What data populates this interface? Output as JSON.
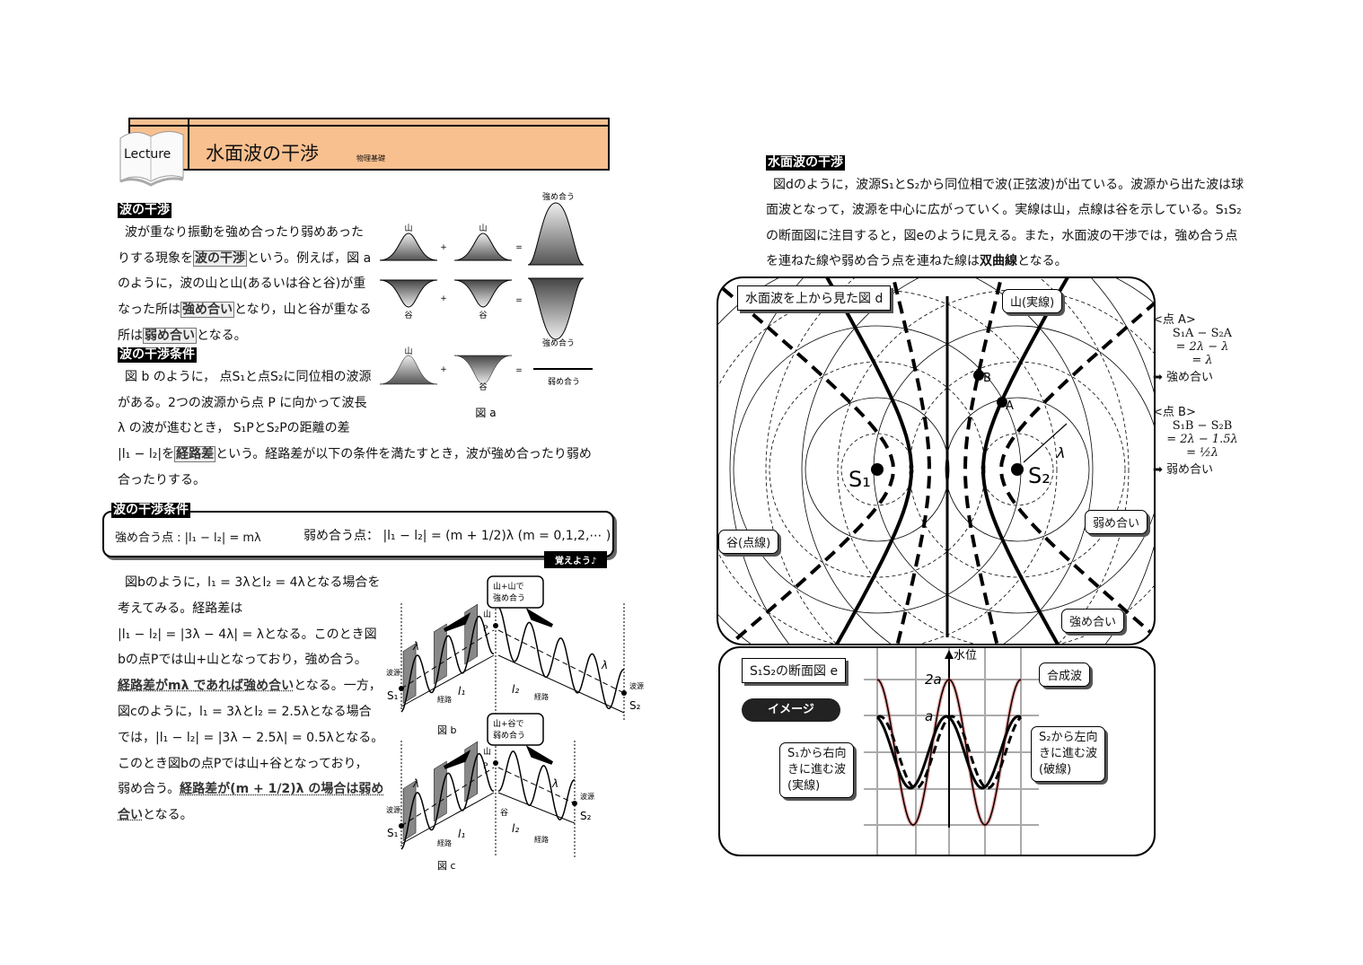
{
  "header": {
    "badge": "Lecture",
    "title": "水面波の干渉",
    "subject": "物理基礎",
    "color": "#f9c08f"
  },
  "left": {
    "sec1": "波の干渉",
    "p1": [
      "波が重なり振動を強め合ったり弱めあった",
      [
        "りする現象を",
        "波の干渉",
        "という。例えば，図 a"
      ],
      "のように，波の山と山(あるいは谷と谷)が重",
      [
        "なった所は",
        "強め合い",
        "となり，山と谷が重なる"
      ],
      [
        "所は",
        "弱め合い",
        "となる。"
      ]
    ],
    "sec2": "波の干渉条件",
    "p2": [
      "図 b のように， 点S₁と点S₂に同位相の波源",
      "がある。2つの波源から点 P に向かって波長",
      "λ の波が進むとき， S₁PとS₂Pの距離の差",
      [
        "|l₁ − l₂|を",
        "経路差",
        "という。経路差が以下の条件を満たすとき，波が強め合ったり弱め"
      ],
      "合ったりする。"
    ],
    "cond": {
      "title": "波の干渉条件",
      "strong": "強め合う点 : |l₁ − l₂| = mλ",
      "weak": "弱め合う点： |l₁ − l₂| = (m + 1/2)λ  (m = 0,1,2,⋯ )",
      "tag": "覚えよう♪"
    },
    "p3": [
      "図bのように，l₁ = 3λとl₂ = 4λとなる場合を",
      "考えてみる。経路差は",
      "|l₁ − l₂| = |3λ − 4λ| = λとなる。このとき図",
      "bの点Pでは山+山となっており，強め合う。",
      [
        "",
        "経路差がmλ であれば強め合い",
        "となる。一方，"
      ],
      "図cのように，l₁ = 3λとl₂ = 2.5λとなる場合",
      "では，|l₁ − l₂| = |3λ − 2.5λ| = 0.5λとなる。",
      "このとき図bの点Pでは山+谷となっており，",
      [
        "弱め合う。",
        "経路差が(m + 1/2)λ の場合は弱め",
        ""
      ],
      [
        "",
        "合い",
        "となる。"
      ]
    ]
  },
  "fig_a": {
    "crest": "山",
    "trough": "谷",
    "plus": "+",
    "equals": "=",
    "strong_top": "強め合う",
    "strong_bottom": "強め合う",
    "weak": "弱め合う",
    "caption": "図 a"
  },
  "fig_b": {
    "callout1": "山+山で",
    "callout2": "強め合う",
    "peak": "山",
    "point": "P",
    "lambda": "λ",
    "source": "波源",
    "s1": "S₁",
    "s2": "S₂",
    "l1": "l₁",
    "l2": "l₂",
    "path": "経路",
    "caption": "図 b"
  },
  "fig_c": {
    "callout1": "山+谷で",
    "callout2": "弱め合う",
    "peak": "山",
    "trough": "谷",
    "point": "P",
    "lambda": "λ",
    "source": "波源",
    "s1": "S₁",
    "s2": "S₂",
    "l1": "l₁",
    "l2": "l₂",
    "path": "経路",
    "caption": "図 c"
  },
  "right": {
    "sec": "水面波の干渉",
    "p": [
      "図dのように，波源S₁とS₂から同位相で波(正弦波)が出ている。波源から出た波は球",
      "面波となって，波源を中心に広がっていく。実線は山，点線は谷を示している。S₁S₂",
      "の断面図に注目すると，図eのように見える。また，水面波の干渉では，強め合う点",
      [
        "を連ねた線や弱め合う点を連ねた線は",
        "双曲線",
        "となる。"
      ]
    ]
  },
  "fig_d": {
    "title": "水面波を上から見た図 d",
    "crest": "山(実線)",
    "trough": "谷(点線)",
    "weak": "弱め合い",
    "strong": "強め合い",
    "s1": "S₁",
    "s2": "S₂",
    "a": "A",
    "b": "B",
    "lambda": "λ"
  },
  "notes": {
    "a_head": "<点 A>",
    "a1": "S₁A − S₂A",
    "a2": "= 2λ − λ",
    "a3": "= λ",
    "a_res": "強め合い",
    "b_head": "<点 B>",
    "b1": "S₁B − S₂B",
    "b2": "= 2λ − 1.5λ",
    "b3": "= ½λ",
    "b_res": "弱め合い"
  },
  "fig_e": {
    "title": "S₁S₂の断面図 e",
    "image": "イメージ",
    "axis": "水位",
    "two_a": "2a",
    "a": "a",
    "composite": "合成波",
    "s1_wave": [
      "S₁から右向",
      "きに進む波",
      "(実線)"
    ],
    "s2_wave": [
      "S₂から左向",
      "きに進む波",
      "(破線)"
    ],
    "composite_color": "#e05050"
  }
}
